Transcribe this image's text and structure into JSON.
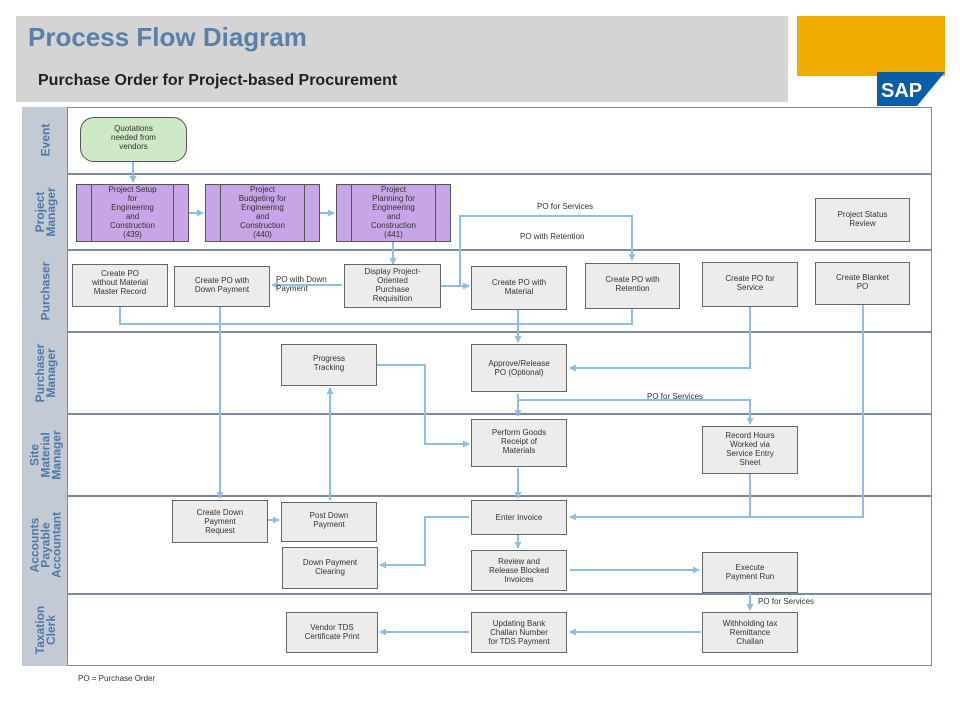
{
  "header": {
    "title": "Process Flow Diagram",
    "subtitle": "Purchase Order for Project-based Procurement",
    "logo_text": "SAP"
  },
  "lanes": [
    {
      "label": "Event"
    },
    {
      "label": "Project\nManager"
    },
    {
      "label": "Purchaser"
    },
    {
      "label": "Purchaser\nManager"
    },
    {
      "label": "Site\nMaterial\nManager"
    },
    {
      "label": "Accounts\nPayable\nAccountant"
    },
    {
      "label": "Taxation\nClerk"
    }
  ],
  "event": {
    "label": "Quotations\nneeded from\nvendors"
  },
  "subprocesses": [
    {
      "label": "Project Setup\nfor\nEngineering\nand\nConstruction\n(439)"
    },
    {
      "label": "Project\nBudgeting for\nEngineering\nand\nConstruction\n(440)"
    },
    {
      "label": "Project\nPlanning for\nEngineering\nand\nConstruction\n(441)"
    }
  ],
  "steps": {
    "project_status_review": "Project Status\nReview",
    "create_po_without_material": "Create PO\nwithout Material\nMaster Record",
    "create_po_down_payment": "Create PO with\nDown Payment",
    "display_project_requisition": "Display Project-\nOriented\nPurchase\nRequisition",
    "create_po_material": "Create PO with\nMaterial",
    "create_po_retention": "Create PO with\nRetention",
    "create_po_service": "Create PO for\nService",
    "create_blanket_po": "Create Blanket\nPO",
    "progress_tracking": "Progress\nTracking",
    "approve_release_po": "Approve/Release\nPO (Optional)",
    "perform_goods_receipt": "Perform Goods\nReceipt of\nMaterials",
    "record_hours": "Record Hours\nWorked via\nService Entry\nSheet",
    "create_down_payment_request": "Create Down\nPayment\nRequest",
    "post_down_payment": "Post Down\nPayment",
    "enter_invoice": "Enter Invoice",
    "down_payment_clearing": "Down Payment\nClearing",
    "review_release_blocked": "Review and\nRelease Blocked\nInvoices",
    "execute_payment_run": "Execute\nPayment Run",
    "vendor_tds_certificate": "Vendor TDS\nCertificate Print",
    "updating_bank_challan": "Updating Bank\nChallan Number\nfor TDS Payment",
    "withholding_tax_challan": "Withholding tax\nRemittance\nChallan"
  },
  "connector_labels": {
    "po_for_services_top": "PO for Services",
    "po_with_retention": "PO with Retention",
    "po_with_down_payment": "PO with Down\nPayment",
    "po_for_services_mid": "PO for Services",
    "po_for_services_bottom": "PO for Services"
  },
  "footnote": "PO = Purchase Order",
  "colors": {
    "title": "#5a7fa8",
    "lane_header": "#c3cad3",
    "subprocess": "#c7a5e6",
    "event": "#cfe8c6",
    "connector": "#8fbfe8",
    "sap_gold": "#f0ab00",
    "sap_blue": "#0a5ea8"
  }
}
